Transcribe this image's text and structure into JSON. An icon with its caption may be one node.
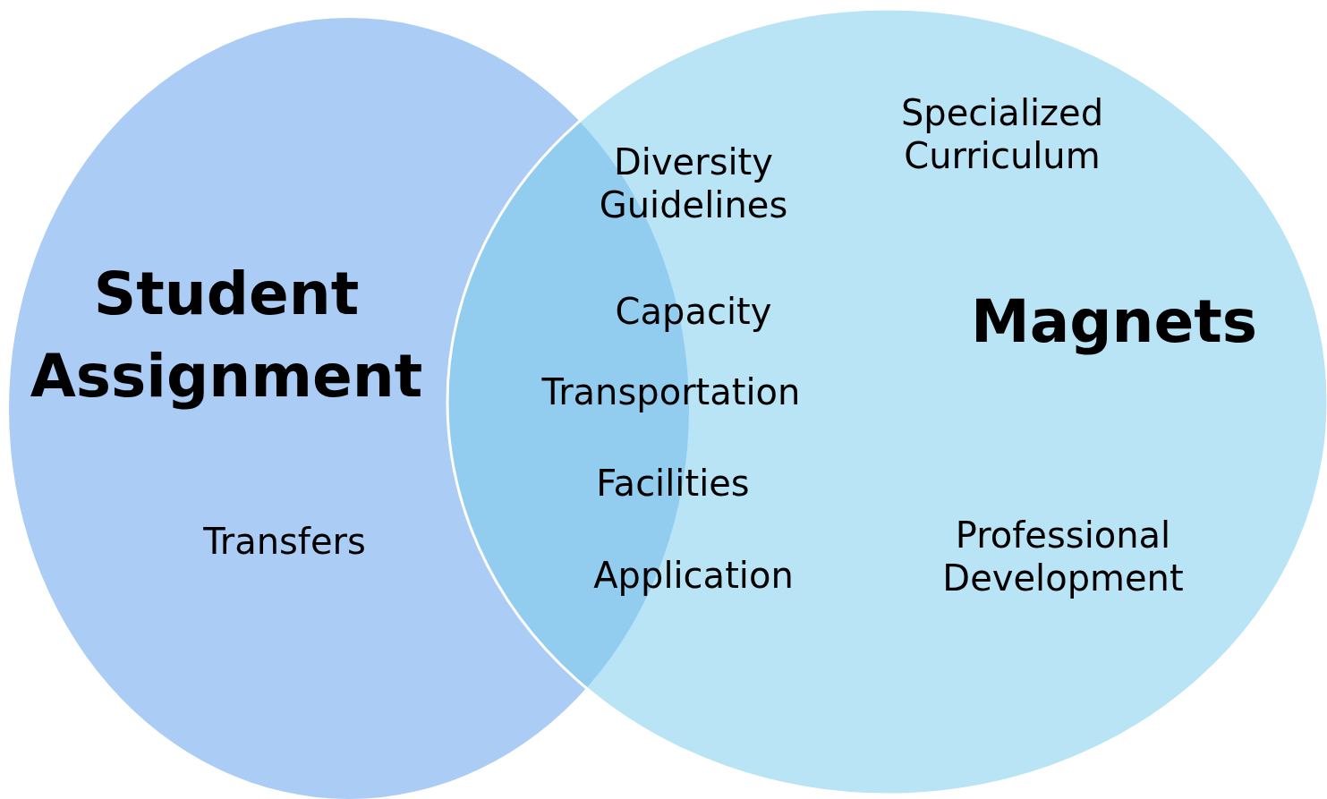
{
  "diagram": {
    "nodes": [
      {
        "text": [
          "Student Assignment",
          "Transfers"
        ]
      },
      {
        "text": [
          "Specialized Curriculum",
          "Magnets",
          "Professional Development"
        ]
      }
    ],
    "labels": [
      "Diversity Guidelines",
      "Capacity",
      "Transportation",
      "Facilities",
      "Application"
    ]
  }
}
